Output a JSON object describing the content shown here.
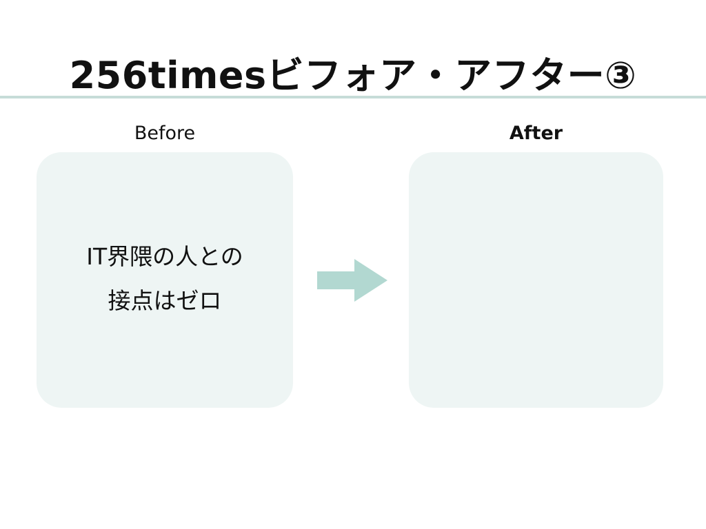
{
  "slide": {
    "title": "256timesビフォア・アフター③"
  },
  "before": {
    "label": "Before",
    "lines": [
      "IT界隈の人との",
      "接点はゼロ"
    ]
  },
  "after": {
    "label": "After"
  },
  "colors": {
    "accent": "#b2d8d1",
    "panel_bg": "#eef5f4",
    "rule": "#c6dcd8"
  },
  "icons": {
    "transition": "arrow-right-icon"
  }
}
